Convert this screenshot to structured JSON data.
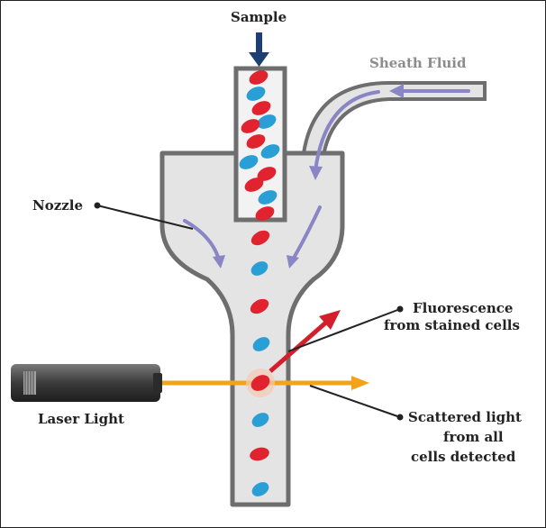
{
  "labels": {
    "sample": "Sample",
    "sheath_fluid": "Sheath Fluid",
    "nozzle": "Nozzle",
    "fluorescence_line1": "Fluorescence",
    "fluorescence_line2": "from stained cells",
    "laser_light": "Laser Light",
    "scattered_line1": "Scattered light",
    "scattered_line2": "from all",
    "scattered_line3": "cells detected"
  },
  "colors": {
    "outline": "#6e6e6e",
    "fluid": "#e4e4e4",
    "cell_red": "#e0232f",
    "cell_blue": "#2a9fd6",
    "flow_arrow": "#8a86c6",
    "sample_arrow": "#1d3f74",
    "laser_beam": "#f4a11c",
    "fluorescence_arrow": "#d41f2a",
    "laser_body": "#3d3d3d"
  }
}
